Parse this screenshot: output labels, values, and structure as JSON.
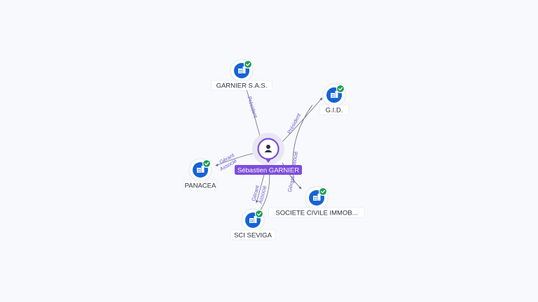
{
  "person": {
    "name": "Sébastien GARNIER",
    "icon": "person-icon",
    "accent_color": "#7c4ddb"
  },
  "companies": [
    {
      "id": "garnier-sas",
      "name": "GARNIER S.A.S.",
      "icon": "building-icon",
      "verified": true
    },
    {
      "id": "gid",
      "name": "G.I.D.",
      "icon": "building-icon",
      "verified": true
    },
    {
      "id": "panacea",
      "name": "PANACEA",
      "icon": "building-icon",
      "verified": true
    },
    {
      "id": "sci-seviga",
      "name": "SCI SEVIGA",
      "icon": "building-icon",
      "verified": true
    },
    {
      "id": "societe-civile",
      "name": "SOCIETE CIVILE IMMOB...",
      "icon": "building-icon",
      "verified": true
    }
  ],
  "relations": [
    {
      "to": "garnier-sas",
      "labels": [
        "Président"
      ]
    },
    {
      "to": "gid",
      "labels": [
        "Président"
      ]
    },
    {
      "to": "panacea",
      "labels": [
        "Gérant",
        "Associé"
      ]
    },
    {
      "to": "sci-seviga",
      "labels": [
        "Gérant",
        "Associé"
      ]
    },
    {
      "to": "societe-civile",
      "labels": [
        "Gérant",
        "Associé"
      ]
    }
  ],
  "colors": {
    "company": "#1463d8",
    "verified": "#1e9e55",
    "edge_label": "#6b5bd6"
  }
}
